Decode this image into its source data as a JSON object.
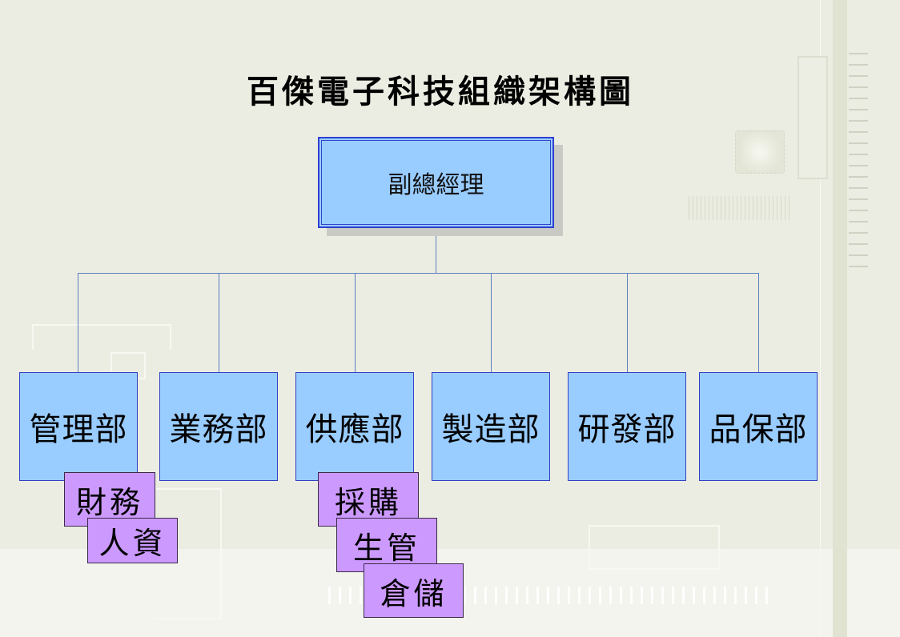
{
  "title": "百傑電子科技組織架構圖",
  "root": {
    "label": "副總經理"
  },
  "departments": [
    {
      "label": "管理部",
      "subunits": [
        "財務",
        "人資"
      ]
    },
    {
      "label": "業務部",
      "subunits": []
    },
    {
      "label": "供應部",
      "subunits": [
        "採購",
        "生管",
        "倉儲"
      ]
    },
    {
      "label": "製造部",
      "subunits": []
    },
    {
      "label": "研發部",
      "subunits": []
    },
    {
      "label": "品保部",
      "subunits": []
    }
  ],
  "colors": {
    "root_fill": "#99ccff",
    "department_fill": "#99ccff",
    "subunit_fill": "#cc99ff",
    "connector_line": "#5b7fc2",
    "background": "#ecede2"
  }
}
